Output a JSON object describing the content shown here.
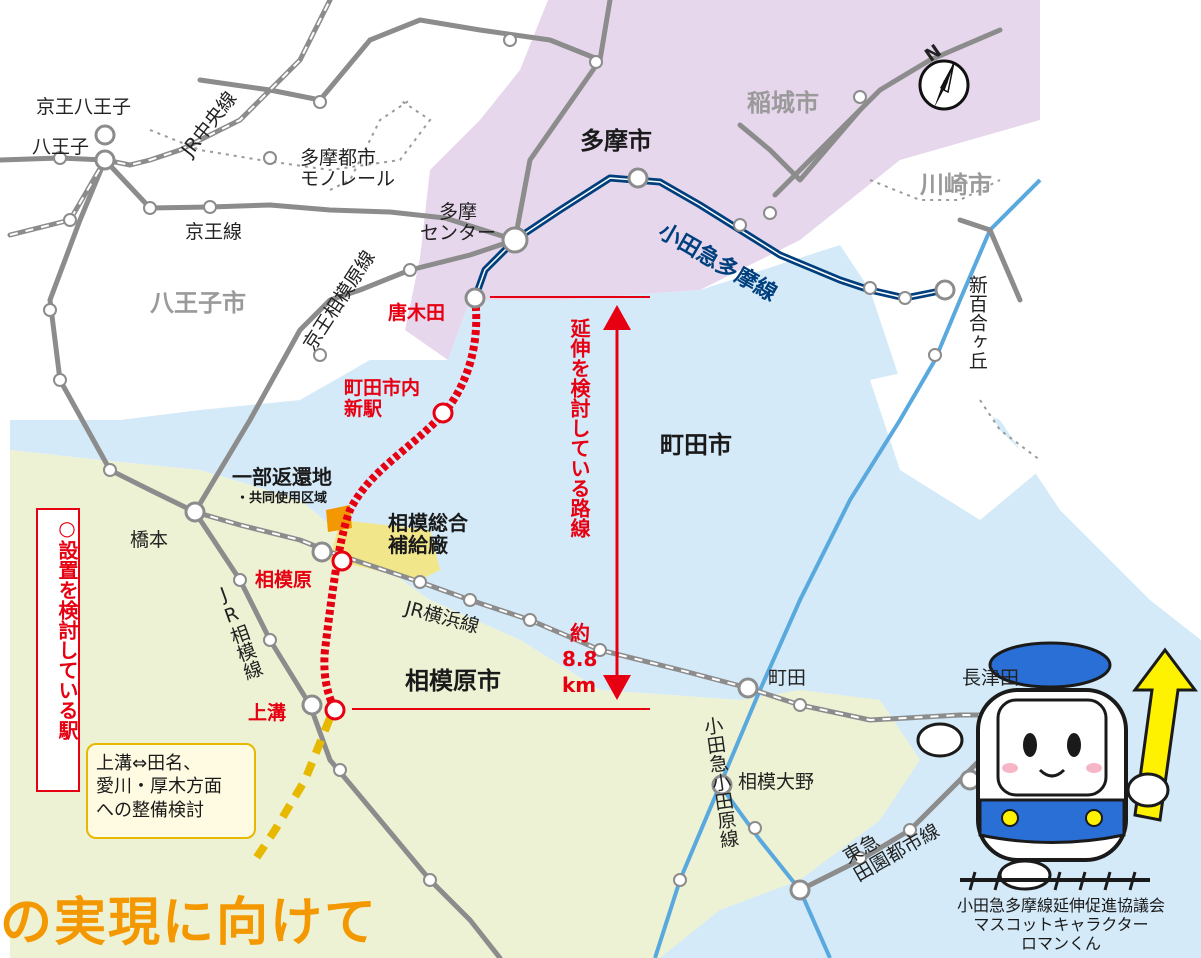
{
  "cities": {
    "tama": "多摩市",
    "inagi": "稲城市",
    "kawasaki": "川崎市",
    "hachioji": "八王子市",
    "machida": "町田市",
    "sagamihara": "相模原市"
  },
  "stations": {
    "keio_hachioji": "京王八王子",
    "hachioji": "八王子",
    "tama_center": "多摩\nセンター",
    "karakida": "唐木田",
    "machida_new": "町田市内\n新駅",
    "sagamihara": "相模原",
    "kamimizo": "上溝",
    "hashimoto": "橋本",
    "machida": "町田",
    "nagatsuta": "長津田",
    "sagami_ono": "相模大野",
    "shin_yurigaoka": "新百合ヶ丘"
  },
  "lines": {
    "jr_chuo": "JR中央線",
    "tama_monorail": "多摩都市\nモノレール",
    "keio": "京王線",
    "keio_sagamihara": "京王相模原線",
    "odakyu_tama": "小田急多摩線",
    "jr_yokohama": "JR横浜線",
    "jr_sagami": "JR相模線",
    "odakyu_odawara": "小田急小田原線",
    "tokyu_denentoshi": "東急\n田園都市線"
  },
  "facilities": {
    "partial_return": "一部返還地",
    "shared_area": "・共同使用区域",
    "depot": "相模総合\n補給廠"
  },
  "extension": {
    "label": "延伸を検討している路線",
    "length_prefix": "約",
    "length_value": "8.8",
    "length_unit": "km"
  },
  "legend": {
    "marker": "○",
    "text": "設置を検討している駅"
  },
  "note": "上溝⇔田名、\n愛川・厚木方面\nへの整備検討",
  "banner": "の実現に向けて",
  "mascot_caption": "小田急多摩線延伸促進協議会\nマスコットキャラクター\nロマンくん",
  "compass_letter": "N",
  "colors": {
    "odakyu_tama": "#003f7d",
    "extension": "#e60012",
    "tama_area": "#e6d7ec",
    "machida_area": "#d4eaf8",
    "sagamihara_area": "#eef2d4",
    "blue_rail": "#59a9de",
    "depot": "#f2e68a",
    "future_extension": "#e6b800"
  }
}
